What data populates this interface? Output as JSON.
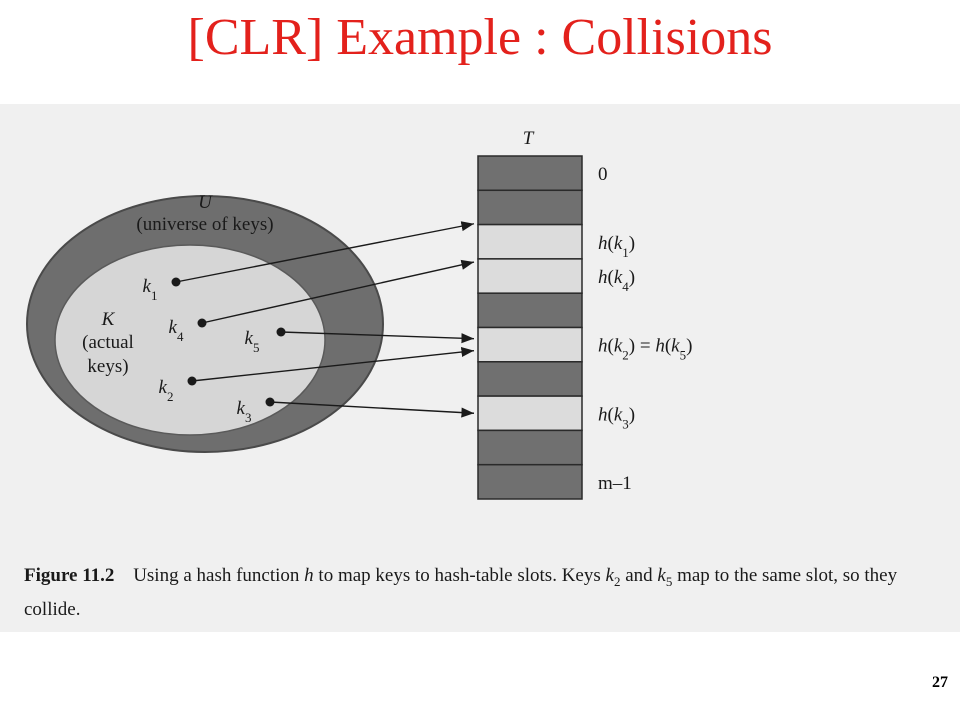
{
  "title": "[CLR] Example : Collisions",
  "table": {
    "label": "T",
    "slots": [
      {
        "index_label": "0",
        "occupied": false
      },
      {
        "index_label": "",
        "occupied": false
      },
      {
        "index_label": "h(k1)",
        "occupied": true
      },
      {
        "index_label": "h(k4)",
        "occupied": true
      },
      {
        "index_label": "",
        "occupied": false
      },
      {
        "index_label": "h(k2) = h(k5)",
        "occupied": true
      },
      {
        "index_label": "",
        "occupied": false
      },
      {
        "index_label": "h(k3)",
        "occupied": true
      },
      {
        "index_label": "",
        "occupied": false
      },
      {
        "index_label": "m–1",
        "occupied": false
      }
    ]
  },
  "universe": {
    "symbol": "U",
    "description": "(universe of keys)"
  },
  "actual_keys": {
    "symbol": "K",
    "description_line1": "(actual",
    "description_line2": "keys)"
  },
  "keys": [
    {
      "name": "k1",
      "base": "k",
      "sub": "1",
      "slot": 2
    },
    {
      "name": "k4",
      "base": "k",
      "sub": "4",
      "slot": 3
    },
    {
      "name": "k5",
      "base": "k",
      "sub": "5",
      "slot": 5
    },
    {
      "name": "k2",
      "base": "k",
      "sub": "2",
      "slot": 5
    },
    {
      "name": "k3",
      "base": "k",
      "sub": "3",
      "slot": 7
    }
  ],
  "caption": {
    "figure_label": "Figure 11.2",
    "t1": "Using a hash function",
    "h": "h",
    "t2": "to map keys to hash-table slots. Keys",
    "k": "k",
    "sub2": "2",
    "and": "and",
    "sub5": "5",
    "t3": "map to the same slot, so they collide."
  },
  "page_number": "27",
  "colors": {
    "title": "#e3211c",
    "background_panel": "#f0f0f0",
    "outer_ellipse": "#6e6e6e",
    "inner_ellipse": "#d6d6d6",
    "slot_empty": "#707070",
    "slot_filled": "#dcdcdc",
    "ink": "#1a1a1a"
  }
}
